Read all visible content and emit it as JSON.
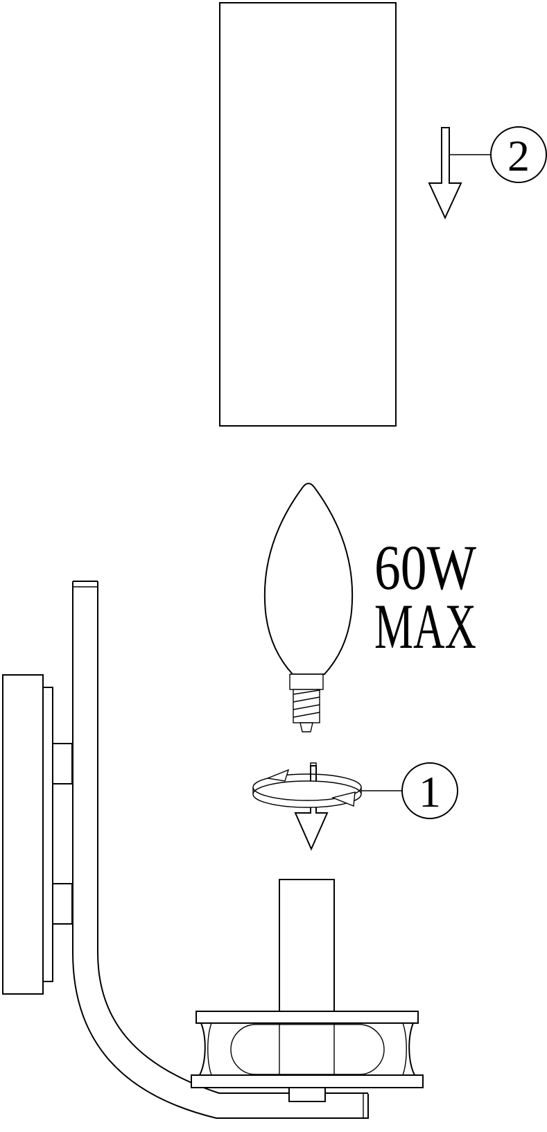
{
  "wattage": {
    "line1": "60W",
    "line2": "MAX"
  },
  "steps": [
    {
      "number": "2",
      "action": "lower-shade"
    },
    {
      "number": "1",
      "action": "screw-in-bulb"
    }
  ],
  "colors": {
    "line": "#000000",
    "background": "#ffffff"
  },
  "icons": [
    "down-arrow-icon",
    "rotate-arrows-icon"
  ]
}
